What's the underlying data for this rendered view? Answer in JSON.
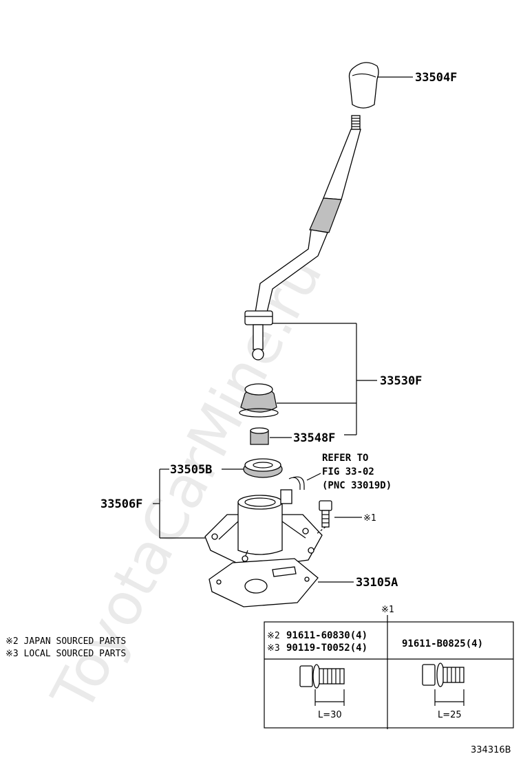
{
  "watermark": "ToyotaCarMine.ru",
  "parts": {
    "knob": "33504F",
    "lever": "33530F",
    "bushing": "33548F",
    "retainer": "33505B",
    "housing": "33506F",
    "gasket": "33105A"
  },
  "reference": {
    "line1": "REFER TO",
    "line2": "FIG 33-02",
    "line3": "(PNC 33019D)"
  },
  "bolt_mark": "※1",
  "notes": [
    "※2 JAPAN SOURCED PARTS",
    "※3 LOCAL SOURCED PARTS"
  ],
  "bolt_table": {
    "header_mark": "※1",
    "col1_line1_mark": "※2",
    "col1_line1": "91611-60830(4)",
    "col1_line2_mark": "※3",
    "col1_line2": "90119-T0052(4)",
    "col2": "91611-B0825(4)",
    "col1_length": "L=30",
    "col2_length": "L=25"
  },
  "figure_code": "334316B"
}
